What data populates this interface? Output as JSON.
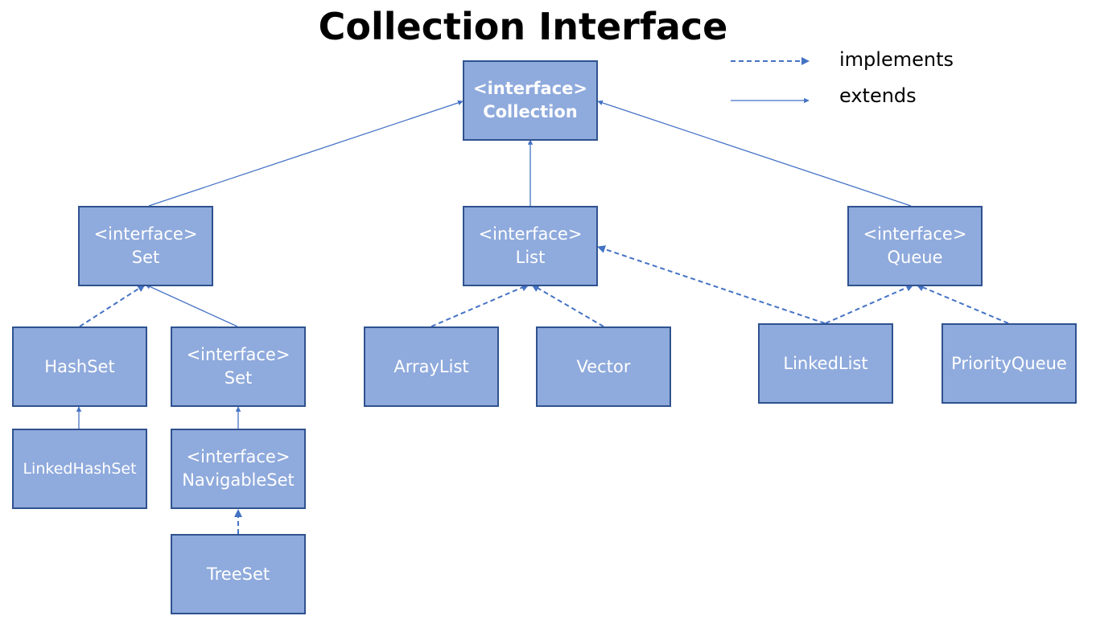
{
  "title": "Collection Interface",
  "legend": {
    "implements": "implements",
    "extends": "extends"
  },
  "nodes": {
    "collection": {
      "line1": "<interface>",
      "line2": "Collection"
    },
    "set": {
      "line1": "<interface>",
      "line2": "Set"
    },
    "list": {
      "line1": "<interface>",
      "line2": "List"
    },
    "queue": {
      "line1": "<interface>",
      "line2": "Queue"
    },
    "hashset": {
      "line1": "",
      "line2": "HashSet"
    },
    "sortedset": {
      "line1": "<interface>",
      "line2": "Set"
    },
    "arraylist": {
      "line1": "",
      "line2": "ArrayList"
    },
    "vector": {
      "line1": "",
      "line2": "Vector"
    },
    "linkedlist": {
      "line1": "",
      "line2": "LinkedList"
    },
    "priorityqueue": {
      "line1": "",
      "line2": "PriorityQueue"
    },
    "linkedhashset": {
      "line1": "",
      "line2": "LinkedHashSet"
    },
    "navigableset": {
      "line1": "<interface>",
      "line2": "NavigableSet"
    },
    "treeset": {
      "line1": "",
      "line2": "TreeSet"
    }
  },
  "colors": {
    "box_fill": "#8faadc",
    "box_border": "#2f528f",
    "edge": "#4472c4",
    "title": "#000000"
  }
}
